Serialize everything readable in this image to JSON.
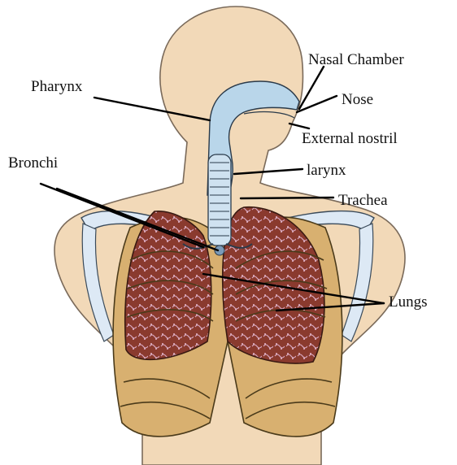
{
  "diagram": {
    "labels": {
      "nasal_chamber": "Nasal Chamber",
      "pharynx": "Pharynx",
      "nose": "Nose",
      "external_nostril": "External nostril",
      "bronchi": "Bronchi",
      "larynx": "larynx",
      "trachea": "Trachea",
      "lungs": "Lungs"
    },
    "colors": {
      "skin": "#f2d9b8",
      "skin_outline": "#7a6a5a",
      "airway": "#b9d6ea",
      "lung": "#8a3a2e",
      "lung_texture": "#d9a8c0",
      "rib": "#d8b070",
      "bone": "#dde9f5"
    }
  }
}
